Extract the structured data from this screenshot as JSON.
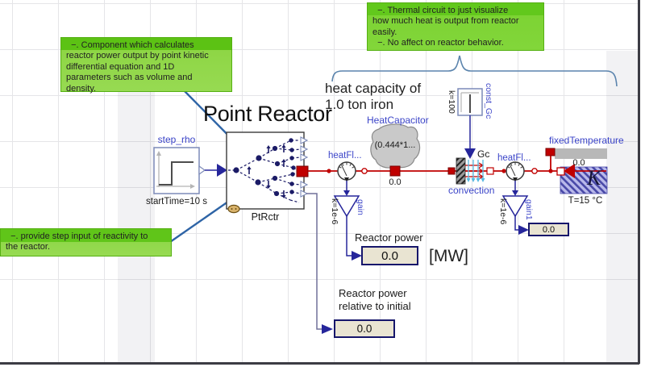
{
  "canvas": {
    "accent_red": "#c00000",
    "accent_navy": "#26269b",
    "callout_green": "#62c81c"
  },
  "callouts": {
    "top": {
      "lines": [
        "  −. Thermal circuit to just visualize",
        "how much heat is output from reactor",
        "easily.",
        "  −. No affect on reactor behavior."
      ]
    },
    "left": {
      "lines": [
        "  −. Component which calculates",
        "reactor power output by point kinetic",
        "differential equation and 1D",
        "parameters such as volume and",
        "density."
      ]
    },
    "bottom": {
      "lines": [
        "  −. provide step input of reactivity to",
        "the reactor."
      ]
    }
  },
  "title": "Point Reactor",
  "notes": {
    "heat_capacity_line1": "heat capacity of",
    "heat_capacity_line2": "1.0 ton iron"
  },
  "components": {
    "step_rho": {
      "label": "step_rho",
      "param": "startTime=10 s"
    },
    "pt_rctr": {
      "label": "PtRctr"
    },
    "heat_capacitor": {
      "label": "HeatCapacitor",
      "value": "(0.444*1...",
      "port_temp": "0.0"
    },
    "sensor1": {
      "label": "heatFl..."
    },
    "sensor2": {
      "label": "heatFl..."
    },
    "gain": {
      "label": "gain",
      "k": "k=1e-6"
    },
    "gain1": {
      "label": "gain1",
      "k": "k=1e-6"
    },
    "const_gc": {
      "label": "const_Gc",
      "k": "k=100",
      "signal": "Gc"
    },
    "convection": {
      "label": "convection"
    },
    "fixed_temperature": {
      "label": "fixedTemperature",
      "port_value": "0.0",
      "temp": "T=15 °C",
      "unit": "K"
    }
  },
  "displays": {
    "reactor_power": {
      "label": "Reactor power",
      "value": "0.0",
      "unit": "[MW]"
    },
    "heat_output": {
      "value": "0.0"
    },
    "relative_power": {
      "label_line1": "Reactor power",
      "label_line2": "relative to initial",
      "value": "0.0"
    }
  }
}
